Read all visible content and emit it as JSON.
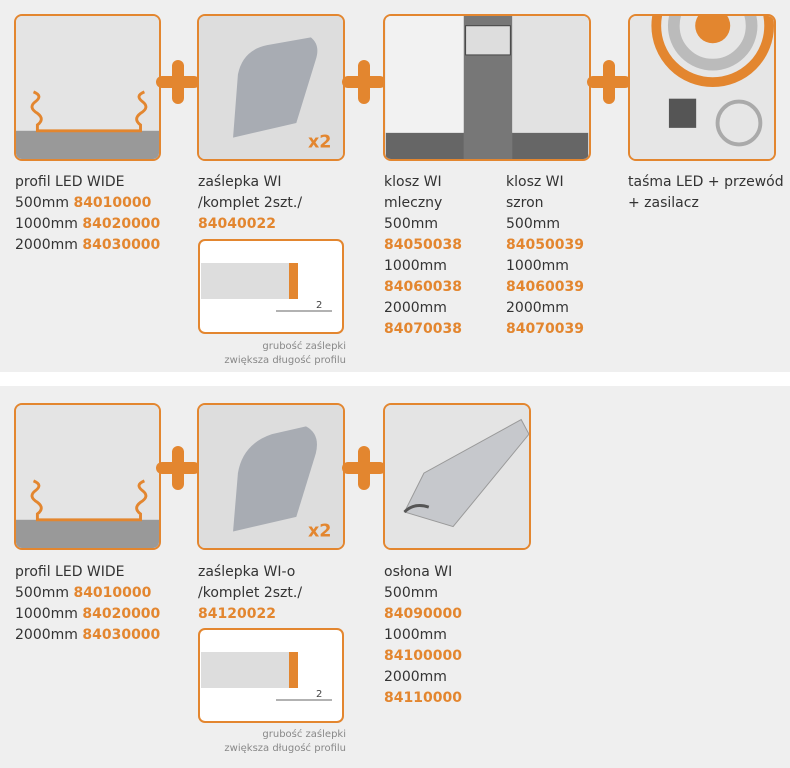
{
  "colors": {
    "accent": "#e3862f",
    "background": "#efefef",
    "text": "#333333"
  },
  "set1": {
    "profile": {
      "name": "profil LED WIDE",
      "rows": [
        {
          "len": "500mm",
          "code": "84010000"
        },
        {
          "len": "1000mm",
          "code": "84020000"
        },
        {
          "len": "2000mm",
          "code": "84030000"
        }
      ]
    },
    "endcap": {
      "name": "zaślepka WI",
      "sub": "/komplet 2szt./",
      "code": "84040022",
      "badge": "x2"
    },
    "diagram": {
      "dim": "2",
      "note1": "grubość zaślepki",
      "note2": "zwiększa długość profilu"
    },
    "cover_milky": {
      "name": "klosz WI",
      "variant": "mleczny",
      "rows": [
        {
          "len": "500mm",
          "code": "84050038"
        },
        {
          "len": "1000mm",
          "code": "84060038"
        },
        {
          "len": "2000mm",
          "code": "84070038"
        }
      ]
    },
    "cover_frost": {
      "name": "klosz WI",
      "variant": "szron",
      "rows": [
        {
          "len": "500mm",
          "code": "84050039"
        },
        {
          "len": "1000mm",
          "code": "84060039"
        },
        {
          "len": "2000mm",
          "code": "84070039"
        }
      ]
    },
    "led": {
      "line1": "taśma LED + przewód",
      "line2": "+ zasilacz"
    }
  },
  "set2": {
    "profile": {
      "name": "profil LED WIDE",
      "rows": [
        {
          "len": "500mm",
          "code": "84010000"
        },
        {
          "len": "1000mm",
          "code": "84020000"
        },
        {
          "len": "2000mm",
          "code": "84030000"
        }
      ]
    },
    "endcap": {
      "name": "zaślepka WI-o",
      "sub": "/komplet 2szt./",
      "code": "84120022",
      "badge": "x2"
    },
    "diagram": {
      "dim": "2",
      "note1": "grubość zaślepki",
      "note2": "zwiększa długość profilu"
    },
    "shield": {
      "name": "osłona WI",
      "rows": [
        {
          "len": "500mm",
          "code": "84090000"
        },
        {
          "len": "1000mm",
          "code": "84100000"
        },
        {
          "len": "2000mm",
          "code": "84110000"
        }
      ]
    }
  }
}
